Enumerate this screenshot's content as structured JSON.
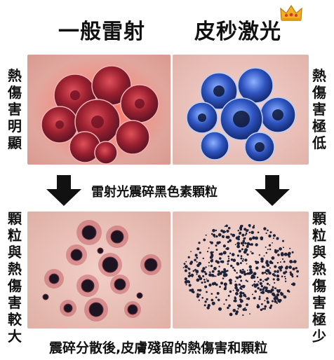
{
  "header": {
    "left_title": "一般雷射",
    "right_title": "皮秒激光"
  },
  "side_labels": {
    "left_top": "熱傷害明顯",
    "right_top": "熱傷害極低",
    "left_bottom": "顆粒與熱傷害較大",
    "right_bottom": "顆粒與熱傷害極少"
  },
  "captions": {
    "middle": "雷射光震碎黑色素顆粒",
    "bottom": "震碎分散後,皮膚殘留的熱傷害和顆粒"
  },
  "icons": {
    "crown": "crown-icon",
    "arrow": "arrow-down-icon"
  },
  "colors": {
    "laser_cells": "#a8323a",
    "pico_cells": "#3a62c8",
    "skin": "#e9c9c2",
    "arrow": "#111111"
  }
}
